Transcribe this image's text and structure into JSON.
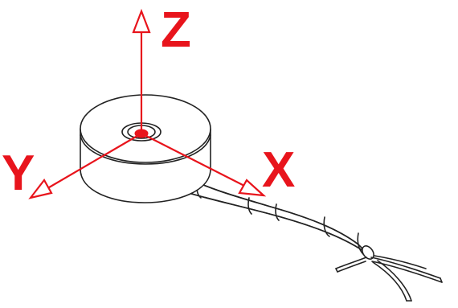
{
  "diagram": {
    "axes": {
      "z_label": "Z",
      "x_label": "X",
      "y_label": "Y"
    },
    "colors": {
      "axis": "#e8141c",
      "outline": "#222222",
      "background": "#ffffff"
    }
  }
}
